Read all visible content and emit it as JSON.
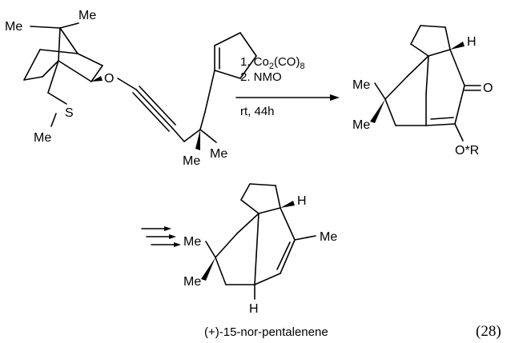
{
  "reactant": {
    "atoms": {
      "me_left": "Me",
      "me_top": "Me",
      "oxygen": "O",
      "sulfur": "S",
      "me_sulfur": "Me",
      "me_chain_right": "Me",
      "me_chain_bottom": "Me"
    }
  },
  "conditions": {
    "step1_prefix": "1. Co",
    "step1_sub_a": "2",
    "step1_mid": "(CO)",
    "step1_sub_b": "8",
    "step2": "2. NMO",
    "step3": "rt, 44h"
  },
  "product": {
    "atoms": {
      "me_upper": "Me",
      "me_lower": "Me",
      "hydrogen": "H",
      "oxygen": "O",
      "ester": "O*R"
    }
  },
  "final_product": {
    "atoms": {
      "me_upper": "Me",
      "me_lower": "Me",
      "hydrogen_top": "H",
      "hydrogen_bottom": "H",
      "me_right": "Me"
    },
    "name": "(+)-15-nor-pentalenene"
  },
  "equation_number": "(28)"
}
